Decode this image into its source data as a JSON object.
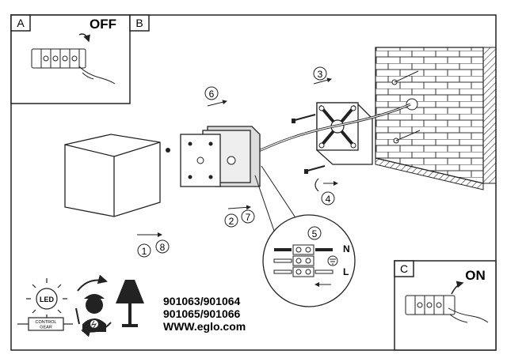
{
  "panels": {
    "a": {
      "letter": "A",
      "state": "OFF"
    },
    "b": {
      "letter": "B"
    },
    "c": {
      "letter": "C",
      "state": "ON"
    }
  },
  "steps": {
    "s1": "1",
    "s2": "2",
    "s3": "3",
    "s4": "4",
    "s5": "5",
    "s6": "6",
    "s7": "7",
    "s8": "8"
  },
  "wiring": {
    "neutral": "N",
    "live": "L"
  },
  "icons": {
    "led_label": "LED",
    "gear_label_1": "CONTROL",
    "gear_label_2": "GEAR"
  },
  "product": {
    "line1": "901063/901064",
    "line2": "901065/901066",
    "url": "WWW.eglo.com"
  }
}
